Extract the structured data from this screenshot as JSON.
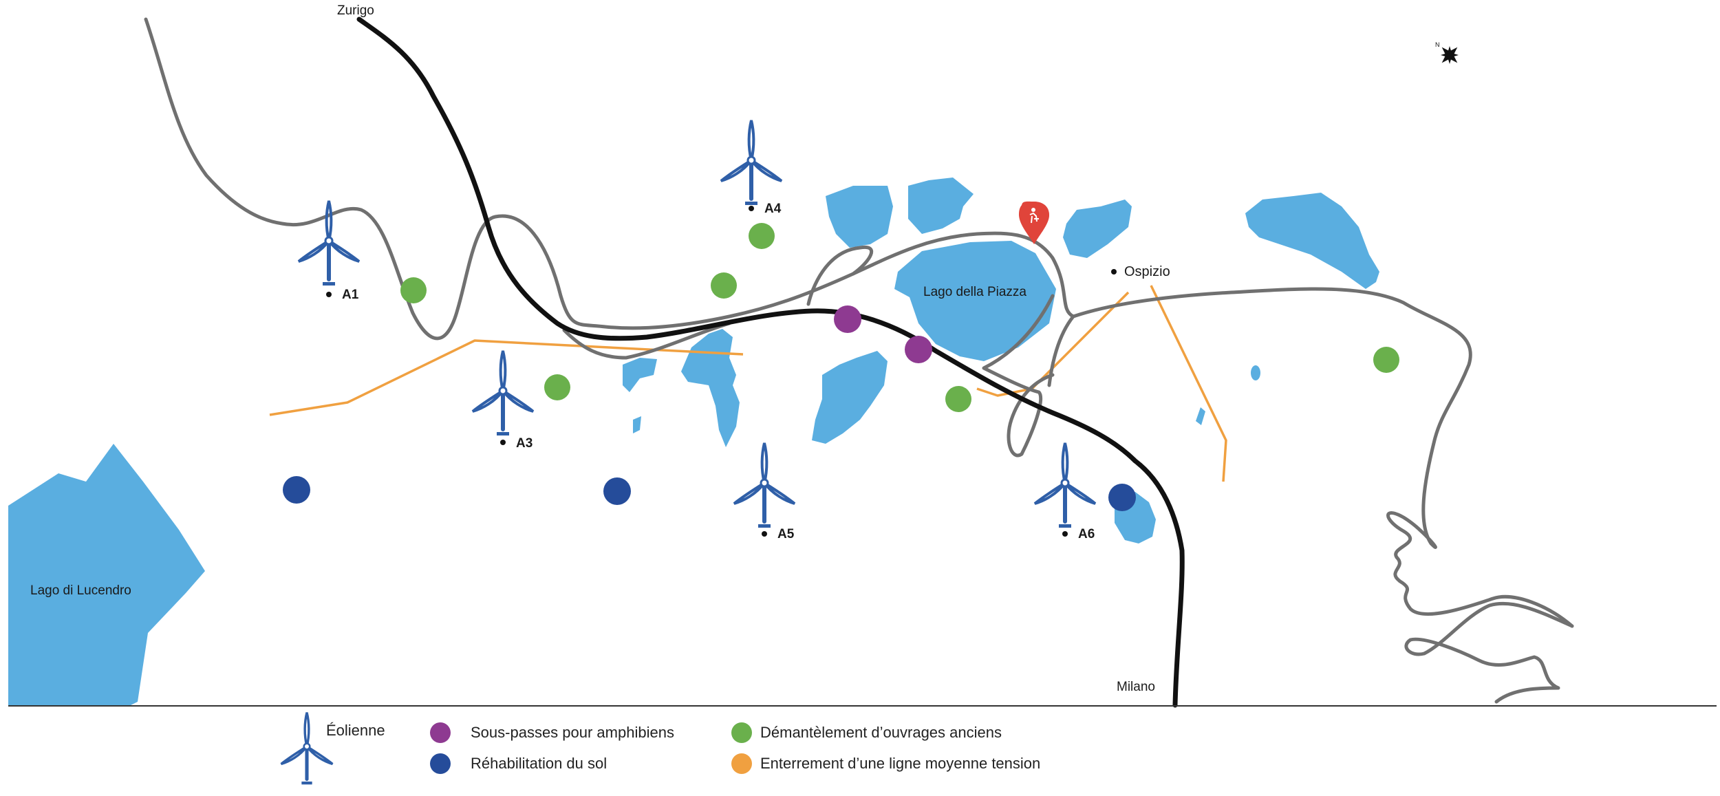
{
  "places": {
    "zurigo": "Zurigo",
    "milano": "Milano",
    "ospizio": "Ospizio",
    "lago_piazza": "Lago della Piazza",
    "lago_lucendro": "Lago di Lucendro"
  },
  "turbines": {
    "a1": "A1",
    "a3": "A3",
    "a4": "A4",
    "a5": "A5",
    "a6": "A6"
  },
  "legend": {
    "eolienne": "Éolienne",
    "sous_passes": "Sous-passes pour amphibiens",
    "rehabilitation": "Réhabilitation du sol",
    "demantelement": "Démantèlement d’ouvrages anciens",
    "enterrement": "Enterrement d’une ligne moyenne tension"
  },
  "colors": {
    "water": "#5aaee0",
    "turbine": "#2f5fa8",
    "purple": "#8e3a91",
    "navy": "#254c9a",
    "green": "#6ab04c",
    "orange": "#f0a040",
    "road": "#707070",
    "rail": "#111111",
    "marker": "#e0443a"
  },
  "icons": {
    "north": "north-arrow-icon",
    "marker": "hospice-marker-icon",
    "turbine": "wind-turbine-icon"
  }
}
